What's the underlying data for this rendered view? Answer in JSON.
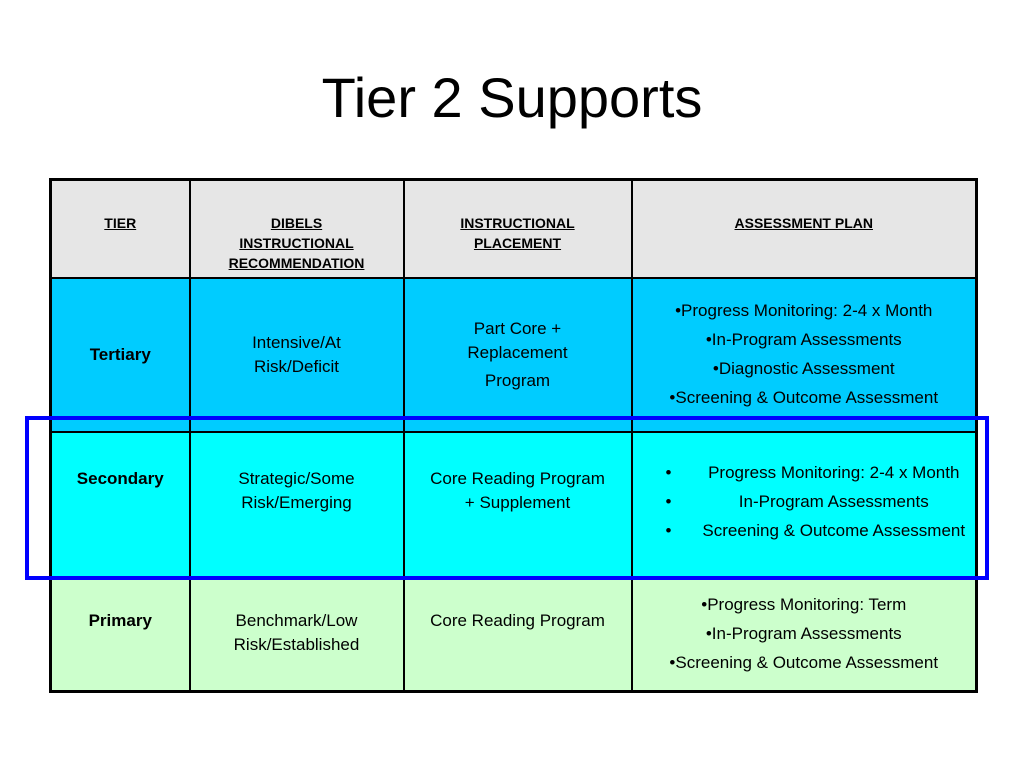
{
  "title": "Tier 2 Supports",
  "headers": {
    "tier": "TIER",
    "dibels_line1": "DIBELS",
    "dibels_line2": "INSTRUCTIONAL",
    "dibels_line3": "RECOMMENDATION",
    "placement_line1": "INSTRUCTIONAL",
    "placement_line2": "PLACEMENT",
    "assessment": "ASSESSMENT PLAN"
  },
  "rows": [
    {
      "tier": "Tertiary",
      "recommendation_line1": "Intensive/At",
      "recommendation_line2": "Risk/Deficit",
      "placement_line1": "Part Core +",
      "placement_line2": "Replacement",
      "placement_line3": "Program",
      "assessment": [
        "•Progress Monitoring: 2-4 x Month",
        "•In-Program Assessments",
        "•Diagnostic Assessment",
        "•Screening & Outcome Assessment"
      ],
      "color": "#00ccff"
    },
    {
      "tier": "Secondary",
      "recommendation_line1": "Strategic/Some",
      "recommendation_line2": "Risk/Emerging",
      "placement_line1": "Core Reading Program",
      "placement_line2": "+ Supplement",
      "bullet": "•",
      "assessment": [
        "Progress Monitoring: 2-4 x Month",
        "In-Program Assessments",
        "Screening & Outcome Assessment"
      ],
      "color": "#00ffff"
    },
    {
      "tier": "Primary",
      "recommendation_line1": "Benchmark/Low",
      "recommendation_line2": "Risk/Established",
      "placement_line1": "Core Reading Program",
      "assessment": [
        "•Progress Monitoring: Term",
        "•In-Program Assessments",
        "•Screening & Outcome Assessment"
      ],
      "color": "#ccffcc"
    }
  ],
  "colors": {
    "header_bg": "#e6e6e6",
    "highlight_border": "#0000ff"
  }
}
